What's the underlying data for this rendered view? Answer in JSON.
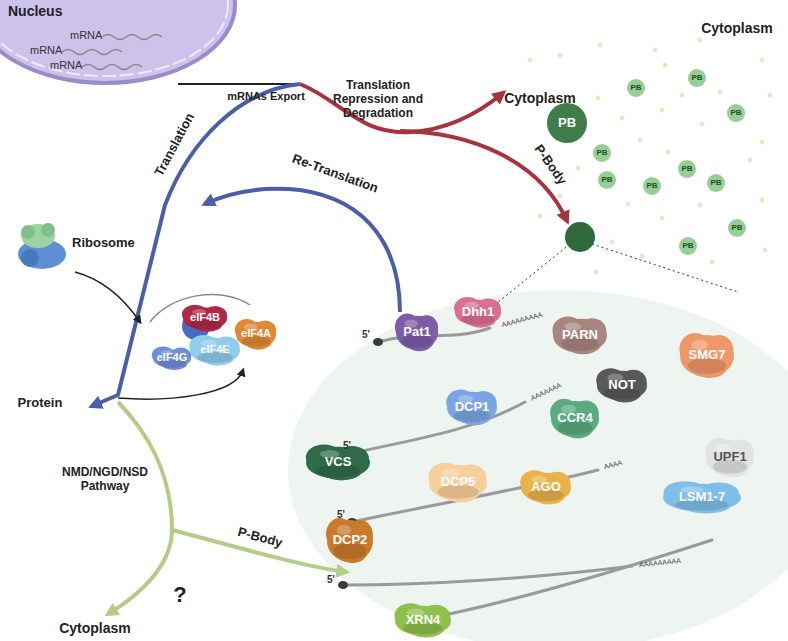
{
  "diagram": {
    "nodes": [
      {
        "text": [
          "Nucleus",
          "mRNA",
          "mRNA",
          "mRNA"
        ]
      },
      {
        "text": [
          "PB"
        ]
      },
      {
        "text": [
          "PB"
        ]
      },
      {
        "text": [
          "PB"
        ]
      },
      {
        "text": [
          "PB"
        ]
      },
      {
        "text": [
          "PB"
        ]
      },
      {
        "text": [
          "PB"
        ]
      },
      {
        "text": [
          "PB"
        ]
      },
      {
        "text": [
          "PB"
        ]
      },
      {
        "text": [
          "PB"
        ]
      },
      {
        "text": [
          "PB"
        ]
      },
      {
        "text": [
          "PB"
        ]
      },
      {
        "text": [
          "Ribosome"
        ]
      },
      {
        "text": [
          "eIF4B"
        ]
      },
      {
        "text": [
          "eIF4A"
        ]
      },
      {
        "text": [
          "eIF4G"
        ]
      },
      {
        "text": [
          "eIF4E"
        ]
      },
      {
        "text": [
          "Pat1"
        ]
      },
      {
        "text": [
          "Dhh1"
        ]
      },
      {
        "text": [
          "PARN"
        ]
      },
      {
        "text": [
          "SMG7"
        ]
      },
      {
        "text": [
          "NOT"
        ]
      },
      {
        "text": [
          "DCP1"
        ]
      },
      {
        "text": [
          "CCR4"
        ]
      },
      {
        "text": [
          "VCS"
        ]
      },
      {
        "text": [
          "UPF1"
        ]
      },
      {
        "text": [
          "DCP5"
        ]
      },
      {
        "text": [
          "AGO"
        ]
      },
      {
        "text": [
          "LSM1-7"
        ]
      },
      {
        "text": [
          "DCP2"
        ]
      },
      {
        "text": [
          "XRN4"
        ]
      }
    ],
    "labels": [
      "mRNAs Export",
      "Translation Repression and Degradation",
      "Cytoplasm",
      "Cytoplasm",
      "P-Body",
      "Translation",
      "Re-Translation",
      "Protein",
      "NMD/NGD/NSD Pathway",
      "P-Body",
      "Cytoplasm",
      "?",
      "5'",
      "5'",
      "5'",
      "5'",
      "AAAAAAAAA",
      "AAAAAAA",
      "AAAA",
      "AAAAAAAAA"
    ]
  }
}
